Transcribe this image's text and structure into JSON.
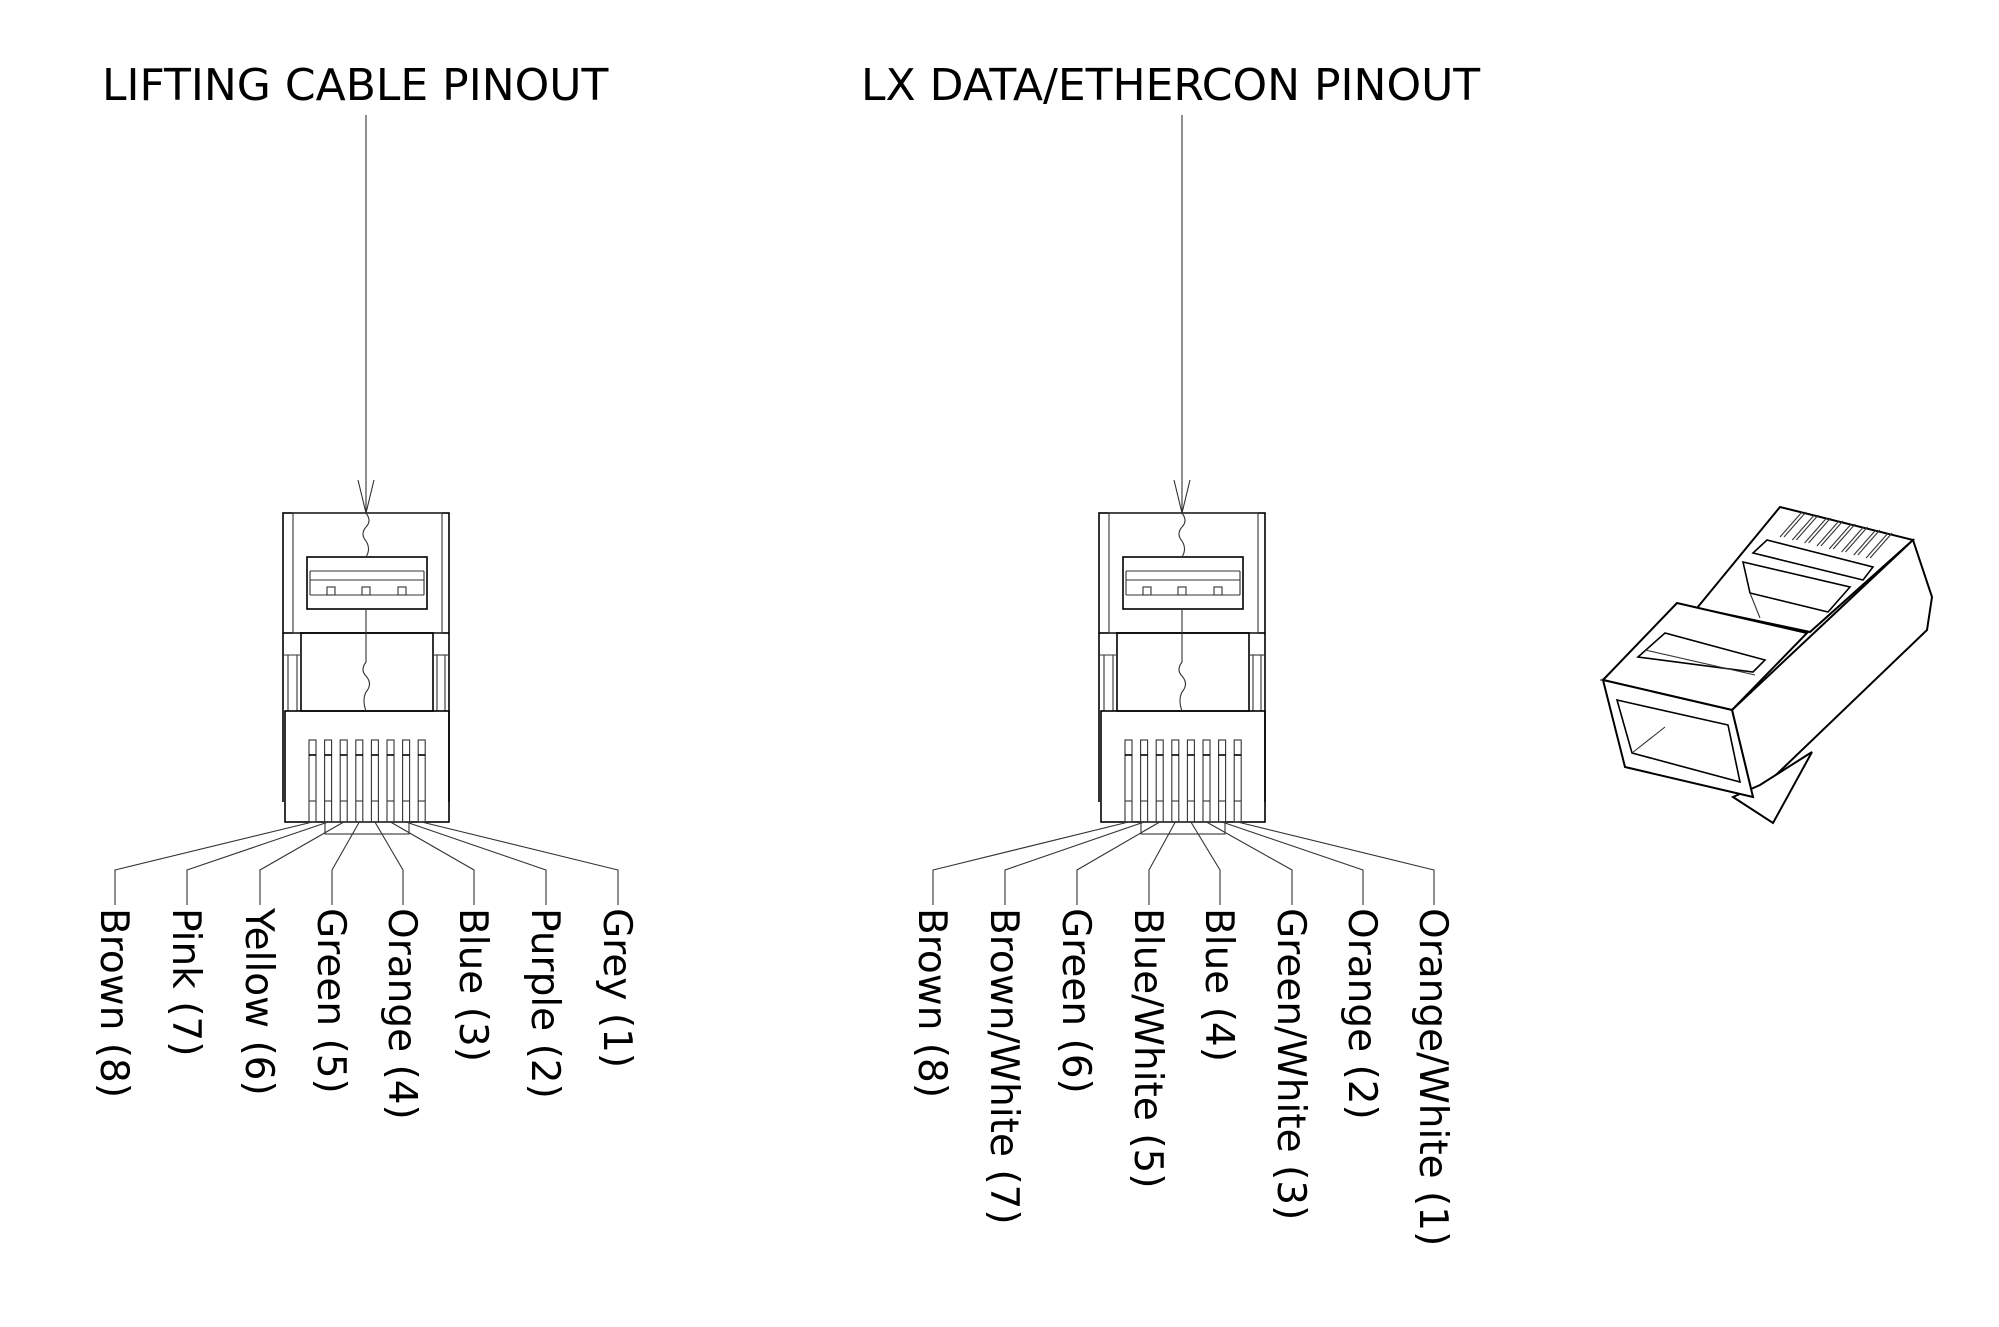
{
  "diagrams": [
    {
      "title": "LIFTING CABLE PINOUT",
      "labels": [
        "Brown (8)",
        "Pink (7)",
        "Yellow (6)",
        "Green (5)",
        "Orange (4)",
        "Blue (3)",
        "Purple (2)",
        "Grey (1)"
      ]
    },
    {
      "title": "LX DATA/ETHERCON PINOUT",
      "labels": [
        "Brown (8)",
        "Brown/White (7)",
        "Green (6)",
        "Blue/White (5)",
        "Blue (4)",
        "Green/White (3)",
        "Orange (2)",
        "Orange/White (1)"
      ]
    }
  ],
  "colors": {
    "line": "#000000",
    "background": "#ffffff"
  }
}
